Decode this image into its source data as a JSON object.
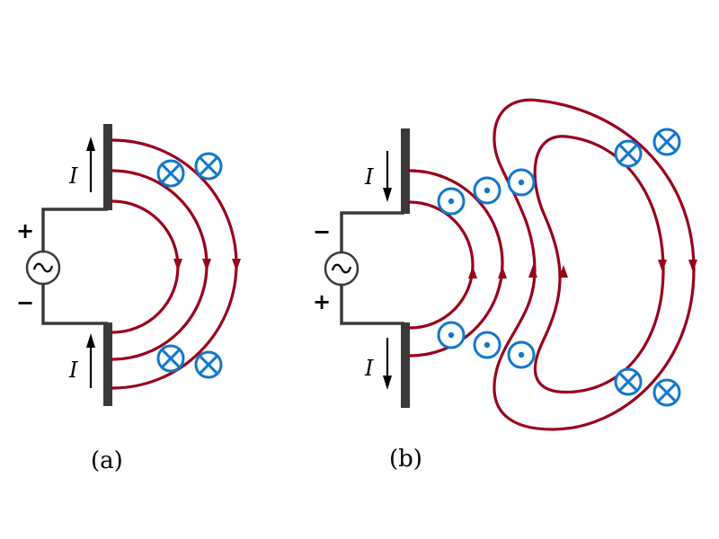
{
  "panels": [
    {
      "id": "a",
      "caption": "(a)",
      "source_top_sign": "+",
      "source_bottom_sign": "−",
      "current_label": "I",
      "current_direction_top": "up",
      "current_direction_bottom": "up",
      "field_marker": "into-page"
    },
    {
      "id": "b",
      "caption": "(b)",
      "source_top_sign": "−",
      "source_bottom_sign": "+",
      "current_label": "I",
      "current_direction_top": "down",
      "current_direction_bottom": "down",
      "field_marker_inner": "out-of-page",
      "field_marker_outer": "into-page"
    }
  ],
  "colors": {
    "field_lines": "#99001a",
    "field_markers": "#1177cc",
    "antenna": "#3a3a3a"
  },
  "icons": {
    "source": "ac-source-icon",
    "into_page": "cross-in-circle-icon",
    "out_of_page": "dot-in-circle-icon"
  }
}
